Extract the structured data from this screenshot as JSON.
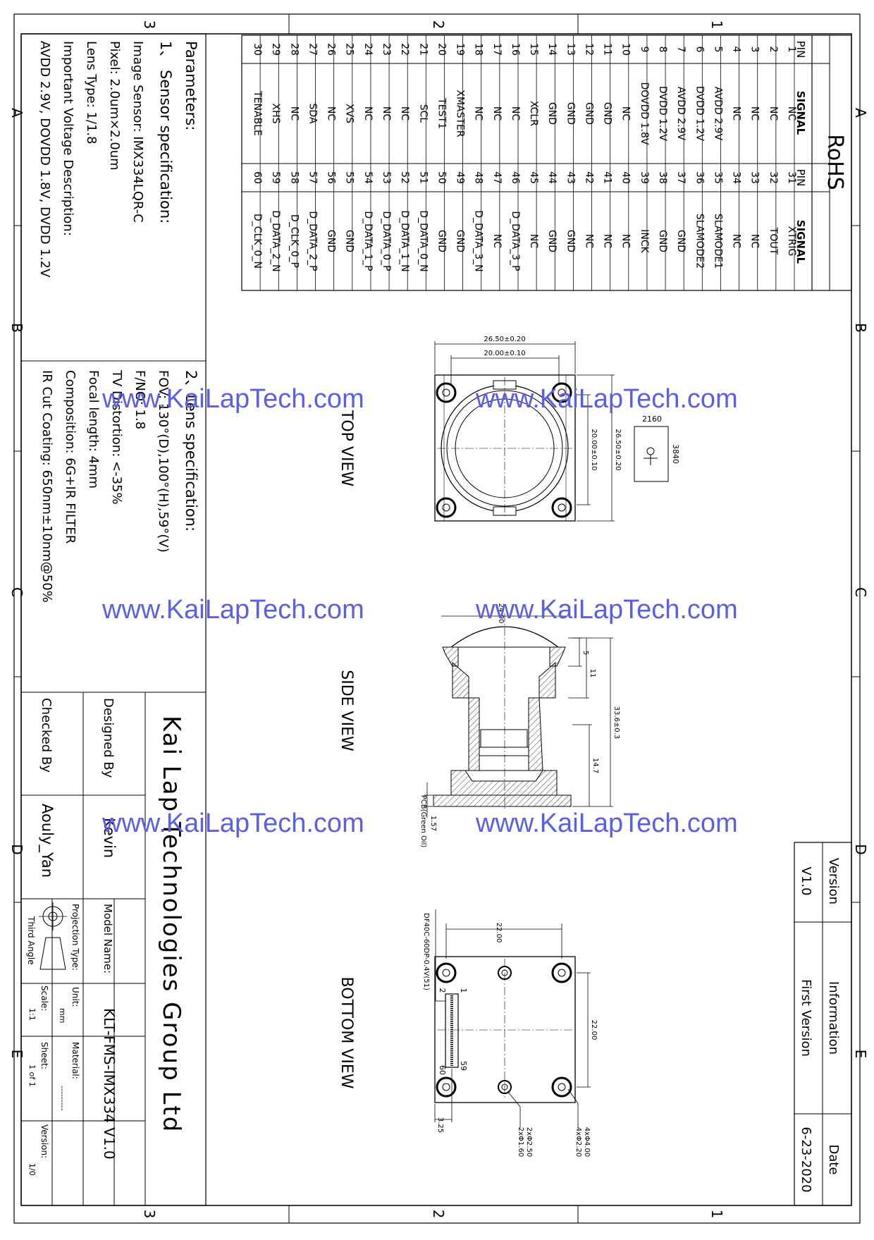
{
  "pin_table": {
    "headers": {
      "pin": "PIN",
      "signal": "SIGNAL",
      "pin2": "PIN",
      "signal2": "SIGNAL"
    },
    "compliance": "RoHS",
    "rows": [
      {
        "pin": "1",
        "signal": "NC",
        "pin2": "31",
        "signal2": "XTRIG"
      },
      {
        "pin": "2",
        "signal": "NC",
        "pin2": "32",
        "signal2": "TOUT"
      },
      {
        "pin": "3",
        "signal": "NC",
        "pin2": "33",
        "signal2": "NC"
      },
      {
        "pin": "4",
        "signal": "NC",
        "pin2": "34",
        "signal2": "NC"
      },
      {
        "pin": "5",
        "signal": "AVDD 2.9V",
        "pin2": "35",
        "signal2": "SLAMODE1"
      },
      {
        "pin": "6",
        "signal": "DVDD 1.2V",
        "pin2": "36",
        "signal2": "SLAMODE2"
      },
      {
        "pin": "7",
        "signal": "AVDD 2.9V",
        "pin2": "37",
        "signal2": "GND"
      },
      {
        "pin": "8",
        "signal": "DVDD 1.2V",
        "pin2": "38",
        "signal2": "GND"
      },
      {
        "pin": "9",
        "signal": "DOVDD 1.8V",
        "pin2": "39",
        "signal2": "INCK"
      },
      {
        "pin": "10",
        "signal": "NC",
        "pin2": "40",
        "signal2": "NC"
      },
      {
        "pin": "11",
        "signal": "GND",
        "pin2": "41",
        "signal2": "NC"
      },
      {
        "pin": "12",
        "signal": "GND",
        "pin2": "42",
        "signal2": "NC"
      },
      {
        "pin": "13",
        "signal": "GND",
        "pin2": "43",
        "signal2": "GND"
      },
      {
        "pin": "14",
        "signal": "GND",
        "pin2": "44",
        "signal2": "GND"
      },
      {
        "pin": "15",
        "signal": "XCLR",
        "pin2": "45",
        "signal2": "NC"
      },
      {
        "pin": "16",
        "signal": "NC",
        "pin2": "46",
        "signal2": "D_DATA_3_P"
      },
      {
        "pin": "17",
        "signal": "NC",
        "pin2": "47",
        "signal2": "NC"
      },
      {
        "pin": "18",
        "signal": "NC",
        "pin2": "48",
        "signal2": "D_DATA_3_N"
      },
      {
        "pin": "19",
        "signal": "XMASTER",
        "pin2": "49",
        "signal2": "GND"
      },
      {
        "pin": "20",
        "signal": "TEST1",
        "pin2": "50",
        "signal2": "GND"
      },
      {
        "pin": "21",
        "signal": "SCL",
        "pin2": "51",
        "signal2": "D_DATA_0_N"
      },
      {
        "pin": "22",
        "signal": "NC",
        "pin2": "52",
        "signal2": "D_DATA_1_N"
      },
      {
        "pin": "23",
        "signal": "NC",
        "pin2": "53",
        "signal2": "D_DATA_0_P"
      },
      {
        "pin": "24",
        "signal": "NC",
        "pin2": "54",
        "signal2": "D_DATA_1_P"
      },
      {
        "pin": "25",
        "signal": "XVS",
        "pin2": "55",
        "signal2": "GND"
      },
      {
        "pin": "26",
        "signal": "NC",
        "pin2": "56",
        "signal2": "GND"
      },
      {
        "pin": "27",
        "signal": "SDA",
        "pin2": "57",
        "signal2": "D_DATA_2_P"
      },
      {
        "pin": "28",
        "signal": "NC",
        "pin2": "58",
        "signal2": "D_CLK_0_P"
      },
      {
        "pin": "29",
        "signal": "XHS",
        "pin2": "59",
        "signal2": "D_DATA_2_N"
      },
      {
        "pin": "30",
        "signal": "TENABLE",
        "pin2": "60",
        "signal2": "D_CLK_0_N"
      }
    ]
  },
  "parameters": {
    "title": "Parameters:",
    "sensor_heading": "1、 Sensor specification:",
    "sensor": [
      "Image Sensor: IMX334LQR-C",
      "Pixel: 2.0um×2.0um",
      "Lens Type: 1/1.8",
      "Important Voltage Description:",
      "AVDD 2.9V, DOVDD 1.8V, DVDD 1.2V"
    ],
    "lens_heading": "2、Lens specification:",
    "lens": [
      "FOV: 130°(D),100°(H),59°(V)",
      "F/NO: 1.8",
      "TV Distortion: <-35%",
      "Focal length: 4mm",
      "Composition: 6G+IR FILTER",
      "IR Cut Coating: 650nm±10nm@50%"
    ]
  },
  "title_block": {
    "company": "Kai Lap Technologies Group Ltd",
    "designed_by_label": "Designed By",
    "designed_by": "Kevin",
    "checked_by_label": "Checked By",
    "checked_by": "Aouly_Yan",
    "model_label": "Model Name:",
    "model": "KLT-FMS-IMX334 V1.0",
    "projection_label": "Projection Type:",
    "projection": "Third Angle",
    "unit_label": "Unit:",
    "unit": "mm",
    "material_label": "Material:",
    "material": "---------",
    "scale_label": "Scale:",
    "scale": "1:1",
    "sheet_label": "Sheet:",
    "sheet": "1 of 1",
    "version_label": "Version:",
    "version": "1/0"
  },
  "revision_table": {
    "headers": {
      "version": "Version",
      "information": "Information",
      "date": "Date"
    },
    "row": {
      "version": "V1.0",
      "information": "First Version",
      "date": "6-23-2020"
    }
  },
  "views": {
    "top": "TOP VIEW",
    "side": "SIDE VIEW",
    "bottom": "BOTTOM VIEW"
  },
  "dimensions": {
    "top_outer_w": "26.50±0.20",
    "top_inner_w": "20.00±0.10",
    "top_inner_h": "20.00±0.10",
    "top_outer_h": "26.50±0.20",
    "chip_w": "2160",
    "chip_h": "3840",
    "side_lens_d": "24.00",
    "side_a": "5",
    "side_b": "11",
    "side_total": "33.6±0.3",
    "side_c": "14.7",
    "side_pcb_t": "1.57",
    "side_pcb_note": "PCB(Green Oil)",
    "bottom_w": "22.00",
    "bottom_h": "22.00",
    "bottom_offset": "3.25",
    "connector": "DF40C-60DP-0.4V(51)",
    "conn_pin1": "1",
    "conn_pin2": "2",
    "conn_pin59": "59",
    "conn_pin60": "60",
    "hole_big": "4xΦ4.00",
    "hole_big2": "4xΦ2.20",
    "hole_small": "2xΦ2.50",
    "hole_small2": "2xΦ1.60"
  },
  "watermark": "www.KaiLapTech.com",
  "zones": {
    "letters": [
      "A",
      "B",
      "C",
      "D",
      "E"
    ],
    "numbers": [
      "1",
      "2",
      "3"
    ]
  }
}
